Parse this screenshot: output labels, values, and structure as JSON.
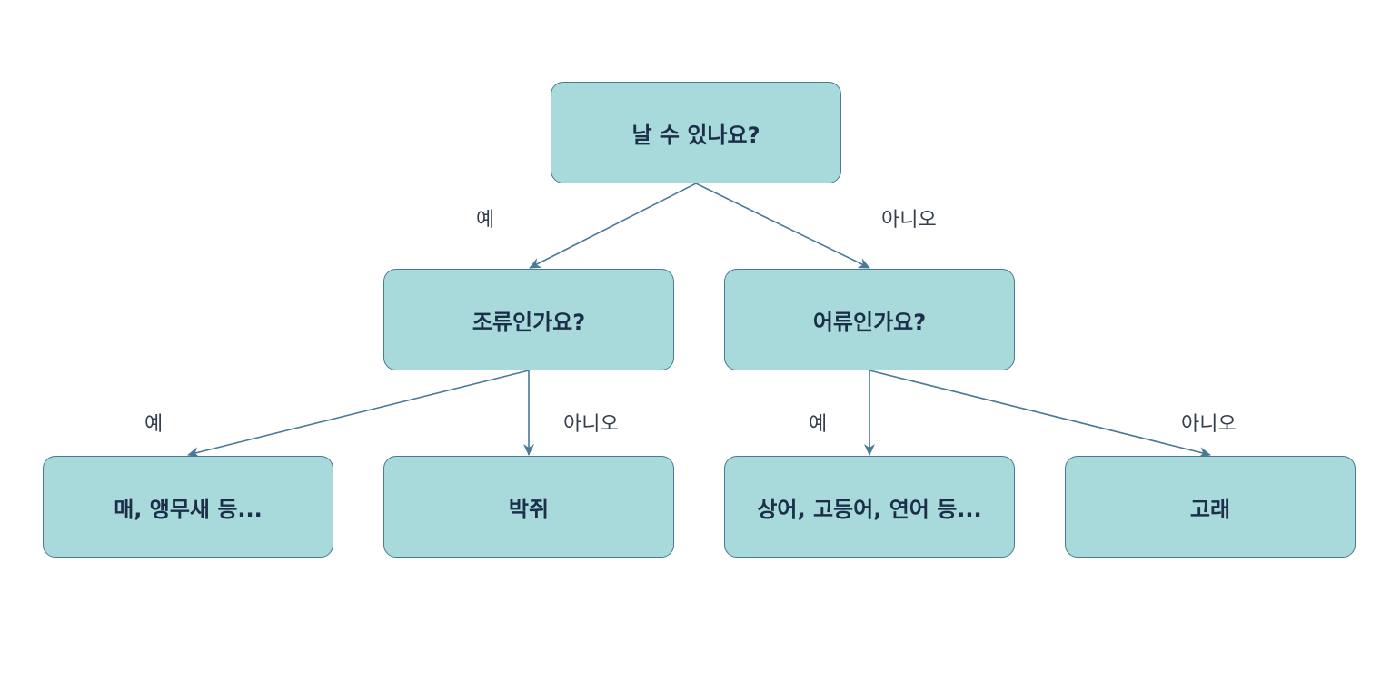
{
  "colors": {
    "node_fill": "#a8d9db",
    "node_border": "#4a7a96",
    "edge": "#4a7a96",
    "node_text": "#1c2f4a",
    "label_text": "#333f4d"
  },
  "nodes": {
    "root": "날 수 있나요?",
    "bird": "조류인가요?",
    "fish": "어류인가요?",
    "bird_yes": "매, 앵무새 등...",
    "bird_no": "박쥐",
    "fish_yes": "상어, 고등어, 연어 등...",
    "fish_no": "고래"
  },
  "edge_labels": {
    "root_yes": "예",
    "root_no": "아니오",
    "bird_yes": "예",
    "bird_no": "아니오",
    "fish_yes": "예",
    "fish_no": "아니오"
  }
}
